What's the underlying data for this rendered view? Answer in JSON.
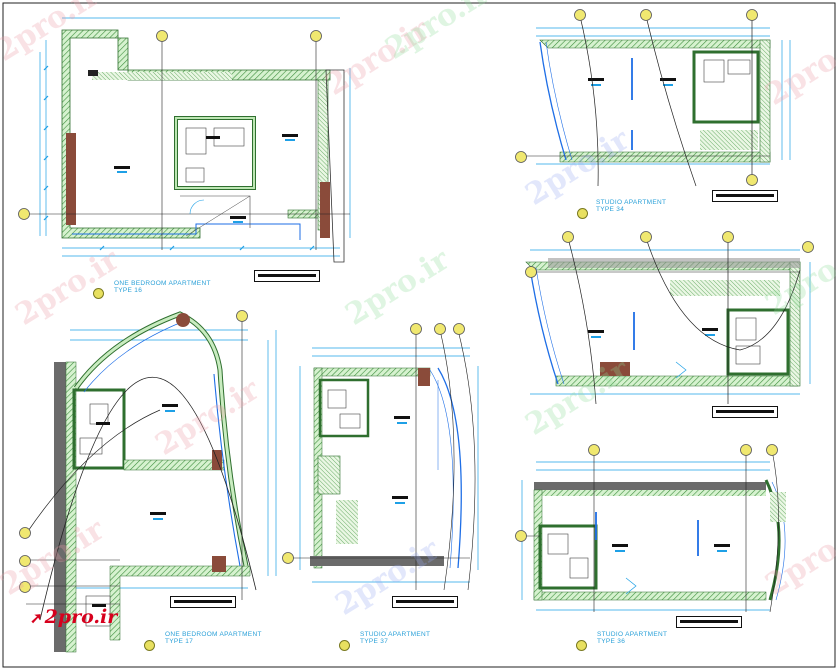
{
  "watermark": "2pro.ir",
  "logo": {
    "text": "2pro.ir",
    "color": "#d7001d"
  },
  "plans": [
    {
      "id": "one-bedroom-16",
      "title": "ONE BEDROOM APARTMENT",
      "type": "TYPE 16"
    },
    {
      "id": "studio-34",
      "title": "STUDIO APARTMENT",
      "type": "TYPE 34"
    },
    {
      "id": "one-bedroom-17",
      "title": "ONE BEDROOM APARTMENT",
      "type": "TYPE 17"
    },
    {
      "id": "studio-37",
      "title": "STUDIO APARTMENT",
      "type": "TYPE 37"
    },
    {
      "id": "studio-36",
      "title": "STUDIO APARTMENT",
      "type": "TYPE 36"
    }
  ],
  "colors": {
    "dimension": "#1ea0e6",
    "wall_hatch": "#3a8a3a",
    "wall_fill": "#c9ecc0",
    "column": "#6b6b6b",
    "brown": "#8a4b3a",
    "bubble": "#f0e870",
    "curve": "#222222"
  }
}
